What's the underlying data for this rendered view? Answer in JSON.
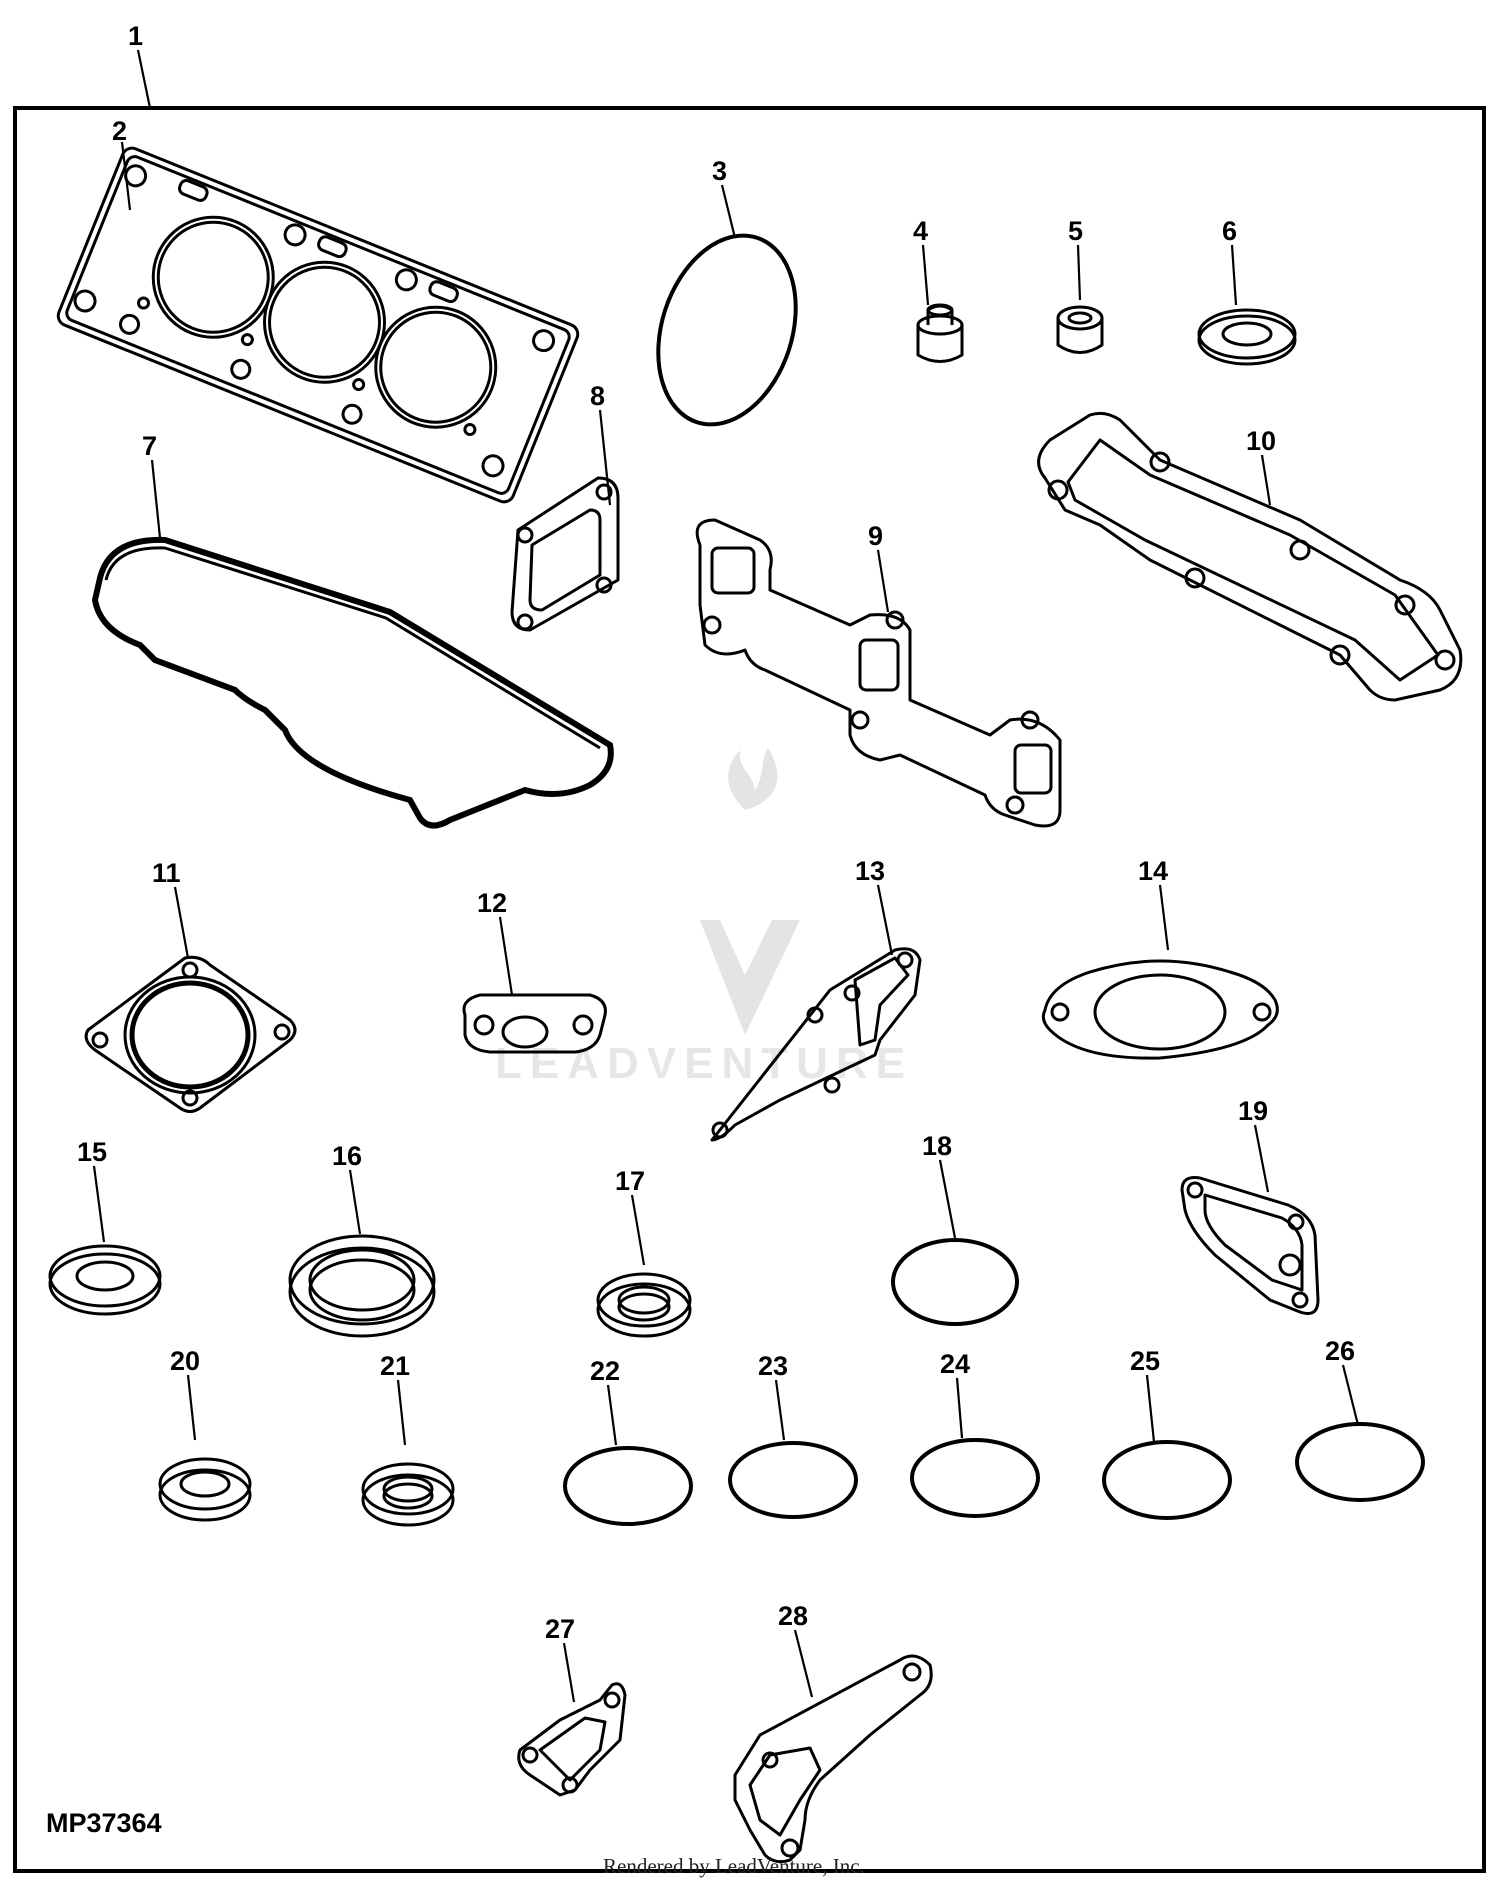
{
  "diagram": {
    "figure_id": "MP37364",
    "credit": "Rendered by LeadVenture, Inc.",
    "watermark": "LEADVENTURE",
    "callouts": [
      "1",
      "2",
      "3",
      "4",
      "5",
      "6",
      "7",
      "8",
      "9",
      "10",
      "11",
      "12",
      "13",
      "14",
      "15",
      "16",
      "17",
      "18",
      "19",
      "20",
      "21",
      "22",
      "23",
      "24",
      "25",
      "26",
      "27",
      "28"
    ]
  }
}
